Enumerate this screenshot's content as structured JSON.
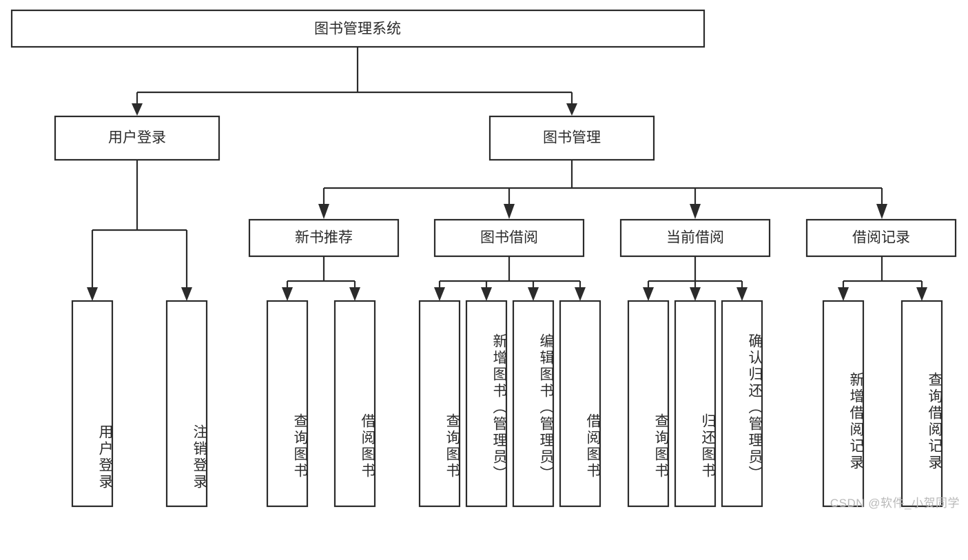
{
  "diagram": {
    "type": "tree",
    "title": "图书管理系统",
    "root": {
      "label": "图书管理系统"
    },
    "level1": [
      {
        "label": "用户登录"
      },
      {
        "label": "图书管理"
      }
    ],
    "level2": [
      {
        "label": "新书推荐"
      },
      {
        "label": "图书借阅"
      },
      {
        "label": "当前借阅"
      },
      {
        "label": "借阅记录"
      }
    ],
    "leaves": {
      "user_login": [
        {
          "label": "用户登录"
        },
        {
          "label": "注销登录"
        }
      ],
      "new_book_recommend": [
        {
          "label": "查询图书"
        },
        {
          "label": "借阅图书"
        }
      ],
      "book_borrow": [
        {
          "label": "查询图书"
        },
        {
          "label": "新增图书（管理员）"
        },
        {
          "label": "编辑图书（管理员）"
        },
        {
          "label": "借阅图书"
        }
      ],
      "current_borrow": [
        {
          "label": "查询图书"
        },
        {
          "label": "归还图书"
        },
        {
          "label": "确认归还（管理员）"
        }
      ],
      "borrow_record": [
        {
          "label": "新增借阅记录"
        },
        {
          "label": "查询借阅记录"
        }
      ]
    }
  },
  "watermark": {
    "text": "CSDN @软件_小贺同学"
  },
  "colors": {
    "stroke": "#2b2b2b",
    "fill": "#ffffff",
    "text": "#2b2b2b",
    "watermark": "#b9b9b9"
  }
}
